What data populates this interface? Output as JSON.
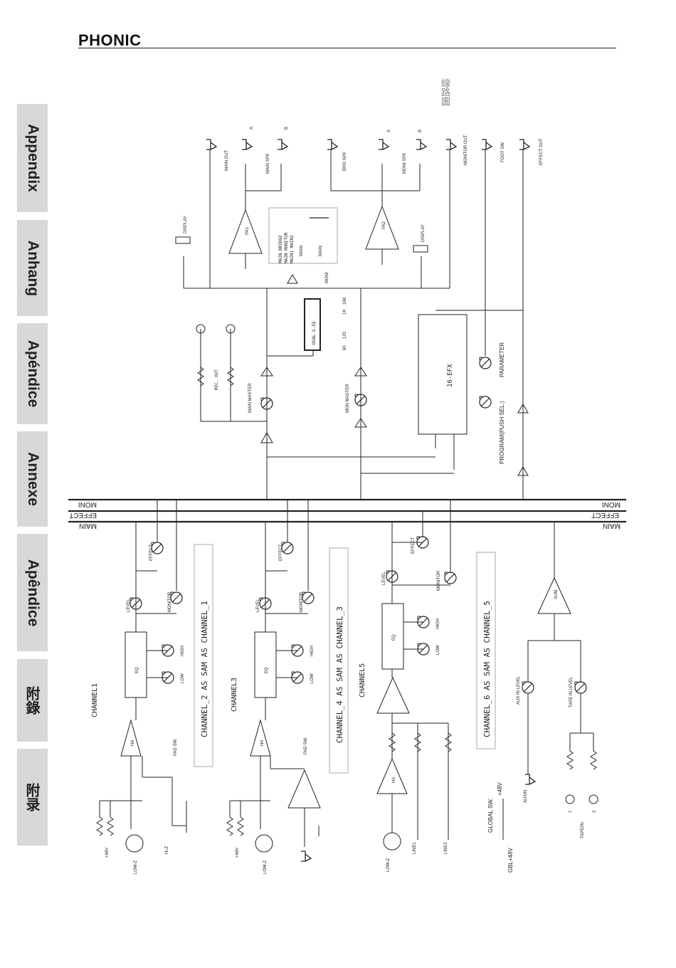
{
  "brand": "PHONIC",
  "chapter_title": "線路圖",
  "tabs": [
    "Appendix",
    "Anhang",
    "Apéndice",
    "Annexe",
    "Apêndice",
    "附錄",
    "附录"
  ],
  "bus": {
    "moni": "MONI",
    "effect": "EFFECT",
    "main": "MAIN"
  },
  "channels": {
    "ch1": "CHANNEL1",
    "ch3": "CHANNEL3",
    "ch5": "CHANNEL5",
    "note_1": "CHANNEL_2 AS SAM AS CHANNEL_1",
    "note_3": "CHANNEL_4 AS SAM AS CHANNEL_3",
    "note_5": "CHANNEL_6 AS SAM AS CHANNEL_5"
  },
  "labels": {
    "low_z": "LOW-Z",
    "hi_z": "Hi-Z",
    "plus48": "+48V",
    "pad_sw": "PAD SW.",
    "ha": "HA",
    "eq": "EQ",
    "low": "LOW",
    "high": "HIGH",
    "level": "LEVEL",
    "monitor": "MONITOR",
    "effect": "EFFECT",
    "line1": "LINE1",
    "line2": "LINE2",
    "global_sw": "GLOBAL SW.",
    "gbl48": "GBL+48V",
    "auxin": "AUXIN",
    "aux_in_level": "AUX IN LEVEL",
    "tape_in_level": "TAPE IN LEVEL",
    "tape_in": "TAPE/IN",
    "one": "1",
    "two": "2",
    "sum": "SUM",
    "main_master": "MAIN MASTER",
    "mon_master": "MON MASTER",
    "rec_out": "REC. OUT",
    "dual_geq": "DUAL G.EQ",
    "f60": "60",
    "f120": "120",
    "f1k": "1K",
    "f16k": "16K",
    "efx": "16-EFX",
    "program": "PROGRAM(PUSH SEL.)",
    "parameter": "PARAMETER",
    "pa1": "PA1",
    "pa2": "PA2",
    "display": "DISPLAY",
    "main_out": "MAIN OUT",
    "main_spk": "MAIN SPK",
    "brg_spk": "BRG SPK",
    "moni_spk": "MONI SPK",
    "monitor_out": "MONITOR OUT",
    "foot_sw": "FOOT SW",
    "effect_out": "EFFECT OUT",
    "a": "A",
    "b": "B",
    "mode1": "MAIN BRIDGE",
    "mode2": "MAIN MONITOR",
    "mode3": "MAIN1 MAIN2",
    "main_sel": "MAIN",
    "moni_sel": "MONI"
  }
}
